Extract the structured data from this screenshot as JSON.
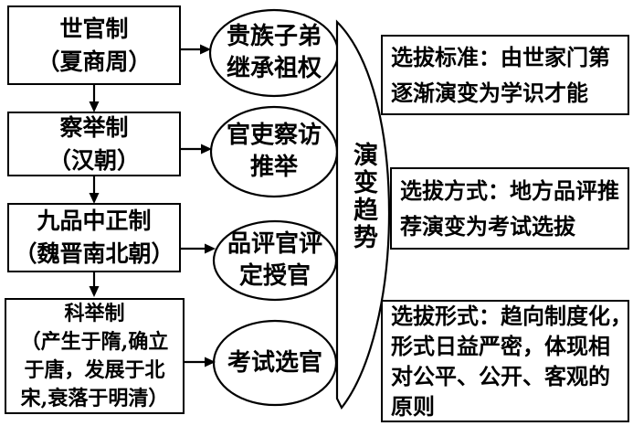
{
  "left_boxes": [
    {
      "lines": [
        "世官制",
        "（夏商周）"
      ]
    },
    {
      "lines": [
        "察举制",
        "（汉朝）"
      ]
    },
    {
      "lines": [
        "九品中正制",
        "（魏晋南北朝）"
      ]
    },
    {
      "lines": [
        "科举制",
        "（产生于隋,确立",
        "于唐，发展于北",
        "宋,衰落于明清）"
      ]
    }
  ],
  "ellipses": [
    {
      "lines": [
        "贵族子弟",
        "继承祖权"
      ]
    },
    {
      "lines": [
        "官吏察访",
        "推举"
      ]
    },
    {
      "lines": [
        "品评官评",
        "定授官"
      ]
    },
    {
      "lines": [
        "考试选官"
      ]
    }
  ],
  "trend_label": "演变趋势",
  "right_boxes": [
    {
      "lines": [
        "选拔标准：由世家门第",
        "逐渐演变为学识才能"
      ]
    },
    {
      "lines": [
        "选拔方式：地方品评推",
        "荐演变为考试选拔"
      ]
    },
    {
      "lines": [
        "选拔形式：趋向制度化，",
        "形式日益严密，体现相",
        "对公平、公开、客观的",
        "原则"
      ]
    }
  ],
  "colors": {
    "stroke": "#000000",
    "background": "#ffffff",
    "text": "#000000"
  }
}
